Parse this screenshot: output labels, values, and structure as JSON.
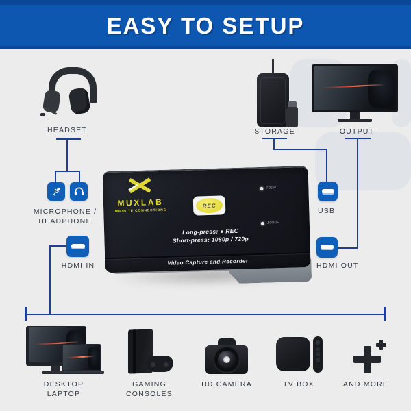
{
  "banner": {
    "title": "EASY TO SETUP"
  },
  "left": {
    "headset_label": "HEADSET",
    "mic_head_label_line1": "MICROPHONE /",
    "mic_head_label_line2": "HEADPHONE",
    "hdmi_in_label": "HDMI IN"
  },
  "right": {
    "storage_label": "STORAGE",
    "output_label": "OUTPUT",
    "usb_label": "USB",
    "hdmi_out_label": "HDMI OUT"
  },
  "device": {
    "brand": "MUXLAB",
    "tagline": "INFINITE CONNECTIONS",
    "rec_button": "REC",
    "led_top": "720P",
    "led_bottom": "1080P",
    "instruction_line1": "Long-press: ● REC",
    "instruction_line2": "Short-press: 1080p / 720p",
    "caption": "Video Capture and Recorder"
  },
  "bottom": {
    "desktop_label_line1": "DESKTOP",
    "desktop_label_line2": "LAPTOP",
    "gaming_label_line1": "GAMING",
    "gaming_label_line2": "CONSOLES",
    "camera_label": "HD CAMERA",
    "tvbox_label": "TV BOX",
    "more_label": "AND MORE"
  },
  "icons": {
    "mic": "microphone-icon",
    "headphone": "headphone-icon",
    "hdmi_in": "hdmi-port-icon",
    "usb": "usb-port-icon",
    "hdmi_out": "hdmi-port-icon"
  },
  "colors": {
    "banner_blue": "#0d57b0",
    "banner_stripe": "#0a4798",
    "icon_blue": "#0f5fb8",
    "line_navy": "#1e3f96",
    "logo_yellow": "#ded737",
    "background": "#ececec",
    "deco_shape": "#e0e4e9"
  }
}
